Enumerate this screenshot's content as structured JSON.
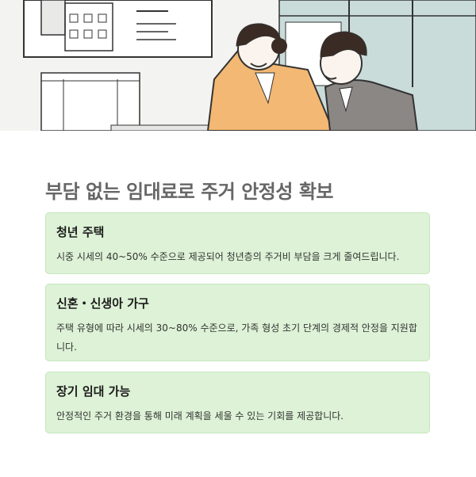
{
  "hero": {
    "image_label": "illustration of two people reviewing documents at a desk"
  },
  "headline": "부담 없는 임대료로 주거 안정성 확보",
  "cards": [
    {
      "title": "청년 주택",
      "description": "시중 시세의 40~50% 수준으로 제공되어 청년층의 주거비 부담을 크게 줄여드립니다."
    },
    {
      "title": "신혼・신생아 가구",
      "description": "주택 유형에 따라 시세의 30~80% 수준으로, 가족 형성 초기 단계의 경제적 안정을 지원합니다."
    },
    {
      "title": "장기 임대 가능",
      "description": "안정적인 주거 환경을 통해 미래 계획을 세울 수 있는 기회를 제공합니다."
    }
  ],
  "colors": {
    "card_bg": "#ddf2d6",
    "card_border": "#c6e6bd",
    "headline": "#666666",
    "shirt_orange": "#f3b873",
    "window_teal": "#c9dcda"
  }
}
